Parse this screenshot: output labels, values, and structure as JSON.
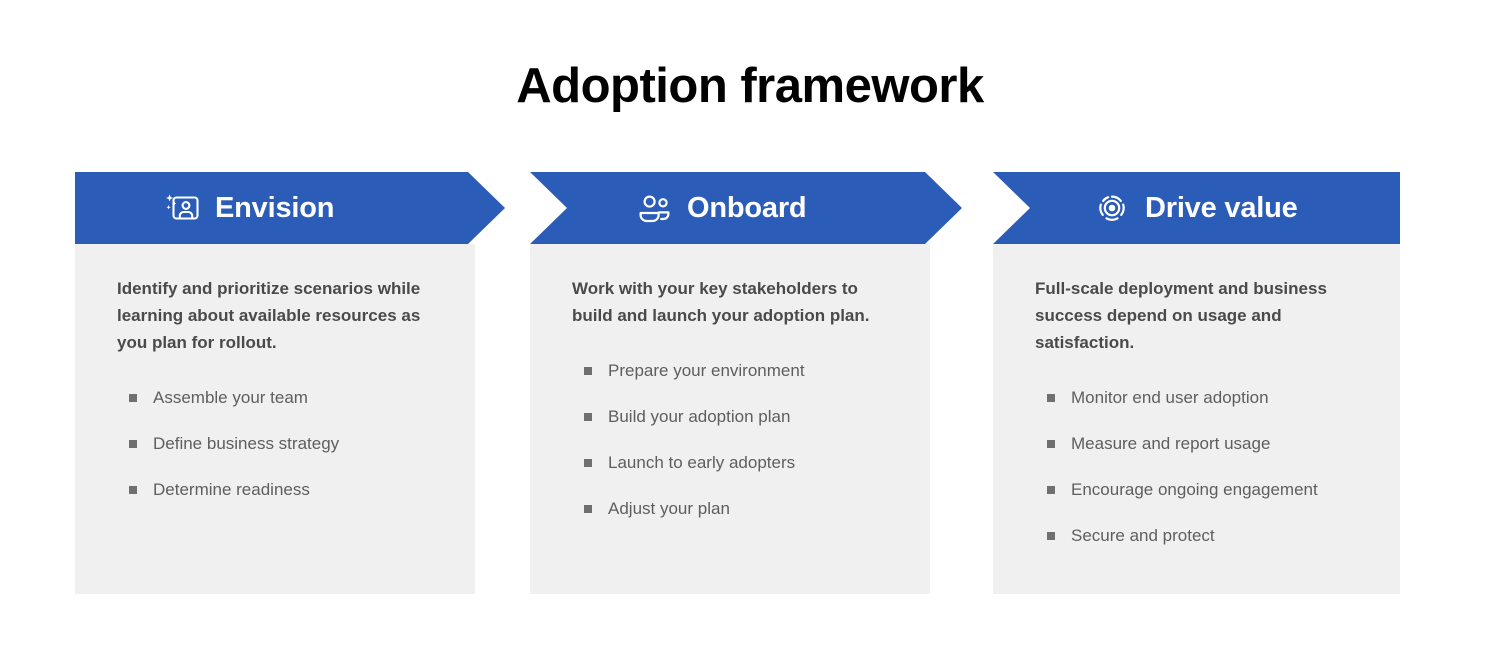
{
  "page": {
    "title": "Adoption framework",
    "background_color": "#ffffff"
  },
  "theme": {
    "banner_color": "#2a5cb8",
    "panel_color": "#f0f0f0",
    "banner_text_color": "#ffffff",
    "description_text_color": "#4a4a4a",
    "bullet_text_color": "#5e5e5e",
    "bullet_marker_color": "#6f6f6f"
  },
  "stages": [
    {
      "id": "envision",
      "icon": "envision-person-frame-sparkle-icon",
      "title": "Envision",
      "description": "Identify and prioritize scenarios while learning about available resources as you plan for rollout.",
      "bullets": [
        "Assemble your team",
        "Define business strategy",
        "Determine readiness"
      ]
    },
    {
      "id": "onboard",
      "icon": "onboard-people-group-icon",
      "title": "Onboard",
      "description": "Work with your key stakeholders to build and launch your adoption plan.",
      "bullets": [
        "Prepare your environment",
        "Build your adoption plan",
        "Launch to early adopters",
        "Adjust your plan"
      ]
    },
    {
      "id": "drive-value",
      "icon": "drive-value-target-radar-icon",
      "title": "Drive value",
      "description": "Full-scale deployment and business success depend on usage and satisfaction.",
      "bullets": [
        "Monitor end user adoption",
        "Measure and report usage",
        "Encourage ongoing engagement",
        "Secure and protect"
      ]
    }
  ]
}
